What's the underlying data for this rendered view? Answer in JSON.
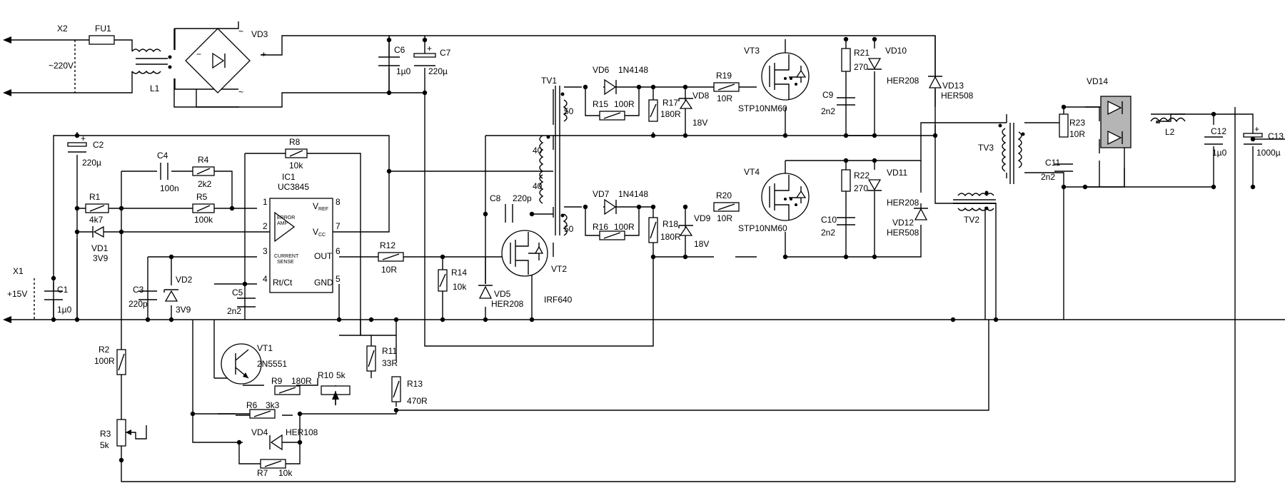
{
  "domain": "Diagram",
  "terminals": {
    "x2": {
      "name": "X2",
      "voltage": "~220V"
    },
    "x1": {
      "name": "X1",
      "voltage": "+15V"
    }
  },
  "components": [
    {
      "ref": "FU1",
      "value": ""
    },
    {
      "ref": "L1",
      "value": ""
    },
    {
      "ref": "VD3",
      "value": ""
    },
    {
      "ref": "C6",
      "value": "1µ0"
    },
    {
      "ref": "C7",
      "value": "220µ"
    },
    {
      "ref": "C2",
      "value": "220µ"
    },
    {
      "ref": "C4",
      "value": "100n"
    },
    {
      "ref": "R4",
      "value": "2k2"
    },
    {
      "ref": "R8",
      "value": "10k"
    },
    {
      "ref": "R1",
      "value": "4k7"
    },
    {
      "ref": "R5",
      "value": "100k"
    },
    {
      "ref": "VD1",
      "value": "3V9"
    },
    {
      "ref": "C1",
      "value": "1µ0"
    },
    {
      "ref": "C3",
      "value": "220p"
    },
    {
      "ref": "VD2",
      "value": "3V9"
    },
    {
      "ref": "C5",
      "value": "2n2"
    },
    {
      "ref": "R12",
      "value": "10R"
    },
    {
      "ref": "R14",
      "value": "10k"
    },
    {
      "ref": "C8",
      "value": "220p"
    },
    {
      "ref": "VD5",
      "value": "HER208"
    },
    {
      "ref": "VT2",
      "value": "IRF640"
    },
    {
      "ref": "TV1",
      "value": ""
    },
    {
      "ref": "VD6",
      "value": "1N4148"
    },
    {
      "ref": "R15",
      "value": "100R"
    },
    {
      "ref": "R17",
      "value": "180R"
    },
    {
      "ref": "VD8",
      "value": "18V"
    },
    {
      "ref": "R19",
      "value": "10R"
    },
    {
      "ref": "VT3",
      "value": "STP10NM60"
    },
    {
      "ref": "R21",
      "value": "270"
    },
    {
      "ref": "VD10",
      "value": "HER208"
    },
    {
      "ref": "C9",
      "value": "2n2"
    },
    {
      "ref": "VD13",
      "value": "HER508"
    },
    {
      "ref": "VD7",
      "value": "1N4148"
    },
    {
      "ref": "R16",
      "value": "100R"
    },
    {
      "ref": "R18",
      "value": "180R"
    },
    {
      "ref": "VD9",
      "value": "18V"
    },
    {
      "ref": "R20",
      "value": "10R"
    },
    {
      "ref": "VT4",
      "value": "STP10NM60"
    },
    {
      "ref": "R22",
      "value": "270"
    },
    {
      "ref": "VD11",
      "value": "HER208"
    },
    {
      "ref": "C10",
      "value": "2n2"
    },
    {
      "ref": "VD12",
      "value": "HER508"
    },
    {
      "ref": "TV2",
      "value": ""
    },
    {
      "ref": "TV3",
      "value": ""
    },
    {
      "ref": "R23",
      "value": "10R"
    },
    {
      "ref": "C11",
      "value": "2n2"
    },
    {
      "ref": "VD14",
      "value": ""
    },
    {
      "ref": "L2",
      "value": ""
    },
    {
      "ref": "C12",
      "value": "1µ0"
    },
    {
      "ref": "C13",
      "value": "1000µ"
    },
    {
      "ref": "VT1",
      "value": "2N5551"
    },
    {
      "ref": "R9",
      "value": "180R"
    },
    {
      "ref": "R10",
      "value": "5k"
    },
    {
      "ref": "R11",
      "value": "33R"
    },
    {
      "ref": "R13",
      "value": "470R"
    },
    {
      "ref": "R6",
      "value": "3k3"
    },
    {
      "ref": "VD4",
      "value": "HER108"
    },
    {
      "ref": "R7",
      "value": "10k"
    },
    {
      "ref": "R2",
      "value": "100R"
    },
    {
      "ref": "R3",
      "value": "5k"
    }
  ],
  "ic": {
    "ref": "IC1",
    "part": "UC3845",
    "error_amp": [
      "ERROR",
      "AMP"
    ],
    "current_sense": [
      "CURRENT",
      "SENSE"
    ],
    "pins": [
      {
        "num": "1",
        "label": ""
      },
      {
        "num": "2",
        "label": ""
      },
      {
        "num": "3",
        "label": ""
      },
      {
        "num": "4",
        "label": "Rt/Ct"
      },
      {
        "num": "8",
        "label": "VREF"
      },
      {
        "num": "7",
        "label": "VCC"
      },
      {
        "num": "6",
        "label": "OUT"
      },
      {
        "num": "5",
        "label": "GND"
      }
    ],
    "pin_sub": {
      "ref_main": "V",
      "ref_sub": "REF",
      "cc_main": "V",
      "cc_sub": "CC"
    }
  },
  "winding_turns": {
    "tv1_primary": "40",
    "tv1_primary2": "40",
    "tv1_sec_top": "50",
    "tv1_sec_bot": "50"
  },
  "polarity_signs": {
    "plus": "+",
    "minus": "−",
    "ac": "~"
  }
}
